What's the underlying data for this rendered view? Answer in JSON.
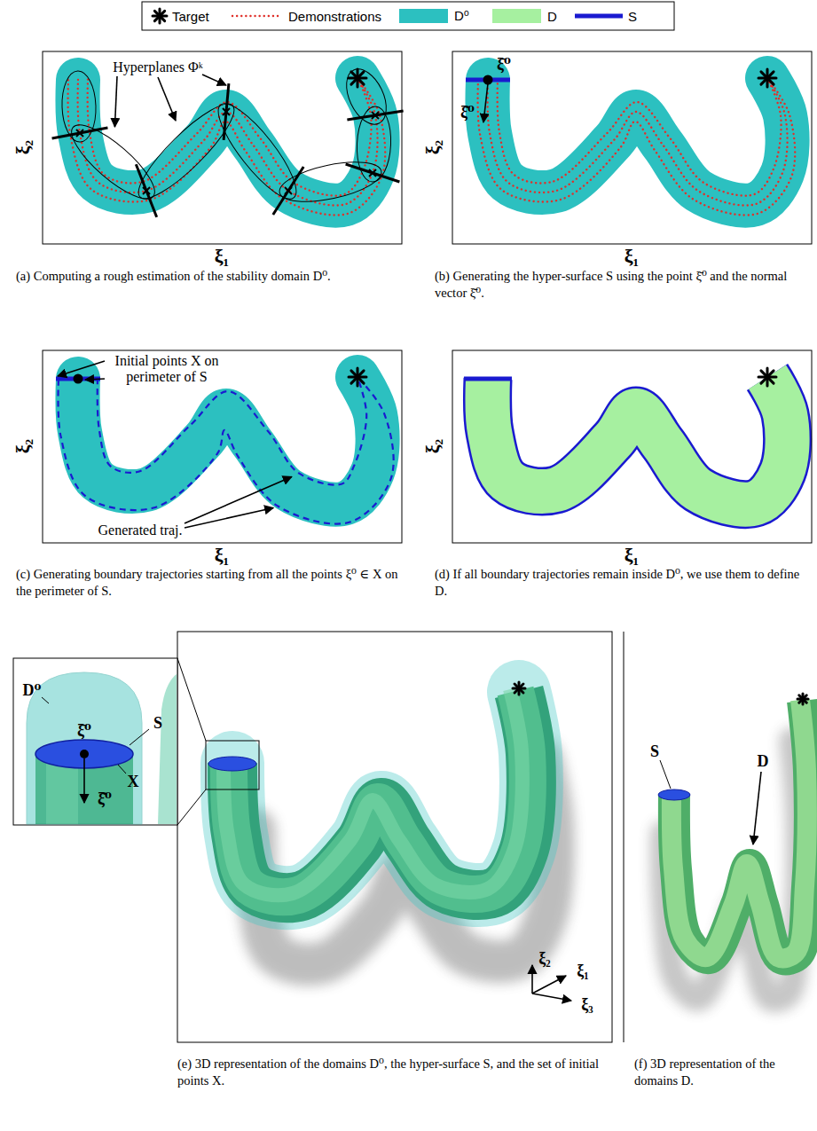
{
  "diagram": {
    "labels": [
      "ξ₂",
      "ξ₁",
      "Hyperplanes Φᵏ",
      "(a) Computing a rough estimation of the stability domain D⁰.",
      "ξ₂",
      "ξ̄⁰",
      "ξ̄̇⁰",
      "ξ₁",
      "(b) Generating the hyper-surface S using the point ξ̄⁰ and the normal vector ξ̄̇⁰.",
      "ξ₂",
      "Initial points X on perimeter of S",
      "Generated traj.",
      "ξ₁",
      "(c) Generating boundary trajectories starting from all the points ξ⁰ ∈ X on the perimeter of S.",
      "ξ₂",
      "ξ₁",
      "(d) If all boundary trajectories remain inside D⁰, we use them to define D.",
      "D⁰",
      "S",
      "ξ̄⁰",
      "ξ̄̇⁰",
      "X",
      "ξ₂",
      "ξ₁",
      "ξ₃",
      "(e) 3D representation of the domains D⁰, the hyper-surface S, and the set of initial points X.",
      "S",
      "D",
      "(f) 3D representation of the domains D."
    ],
    "legend": [
      {
        "text": "Target"
      },
      {
        "text": "Demonstrations"
      },
      {
        "text": "D⁰",
        "color": "#2cc0c0"
      },
      {
        "text": "D",
        "color": "#a6f0a0"
      },
      {
        "text": "S"
      }
    ]
  }
}
